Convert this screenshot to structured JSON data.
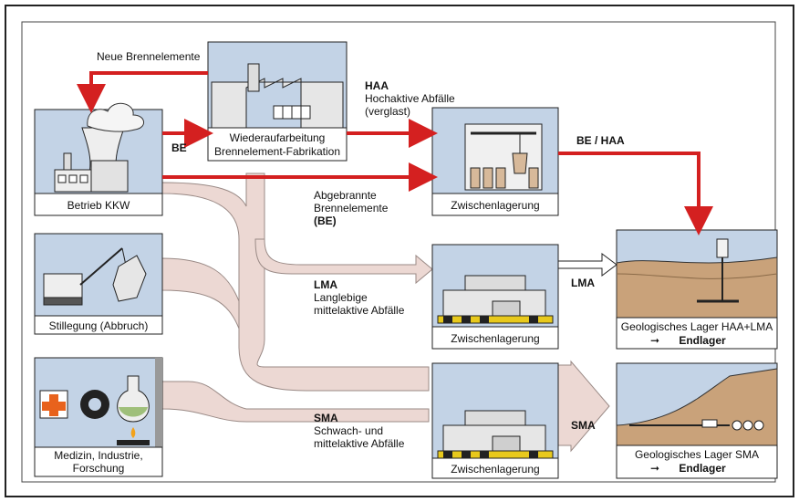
{
  "boxes": {
    "betrieb": "Betrieb KKW",
    "wiederaufarbeitung_1": "Wiederaufarbeitung",
    "wiederaufarbeitung_2": "Brennelement-Fabrikation",
    "zwischen_haa": "Zwischenlagerung",
    "zwischen_lma": "Zwischenlagerung",
    "zwischen_sma": "Zwischenlagerung",
    "stilllegung": "Stillegung (Abbruch)",
    "medizin_1": "Medizin, Industrie,",
    "medizin_2": "Forschung",
    "lager_haa_1": "Geologisches Lager  HAA+LMA",
    "lager_haa_2": "Endlager",
    "lager_sma_1": "Geologisches Lager  SMA",
    "lager_sma_2": "Endlager"
  },
  "labels": {
    "neue": "Neue Brennelemente",
    "be": "BE",
    "haa_title": "HAA",
    "haa_1": "Hochaktive Abfälle",
    "haa_2": "(verglast)",
    "be_haa": "BE / HAA",
    "abg_1": "Abgebrannte",
    "abg_2": "Brennelemente",
    "abg_3": "(BE)",
    "lma_title": "LMA",
    "lma_1": "Langlebige",
    "lma_2": "mittelaktive Abfälle",
    "lma_arrow": "LMA",
    "sma_title": "SMA",
    "sma_1": "Schwach- und",
    "sma_2": "mittelaktive Abfälle",
    "sma_arrow": "SMA"
  },
  "colors": {
    "red": "#d42020",
    "sky": "#c3d3e6",
    "flow": "#ecd8d3",
    "ground": "#c9a27a",
    "frame": "#222222"
  }
}
